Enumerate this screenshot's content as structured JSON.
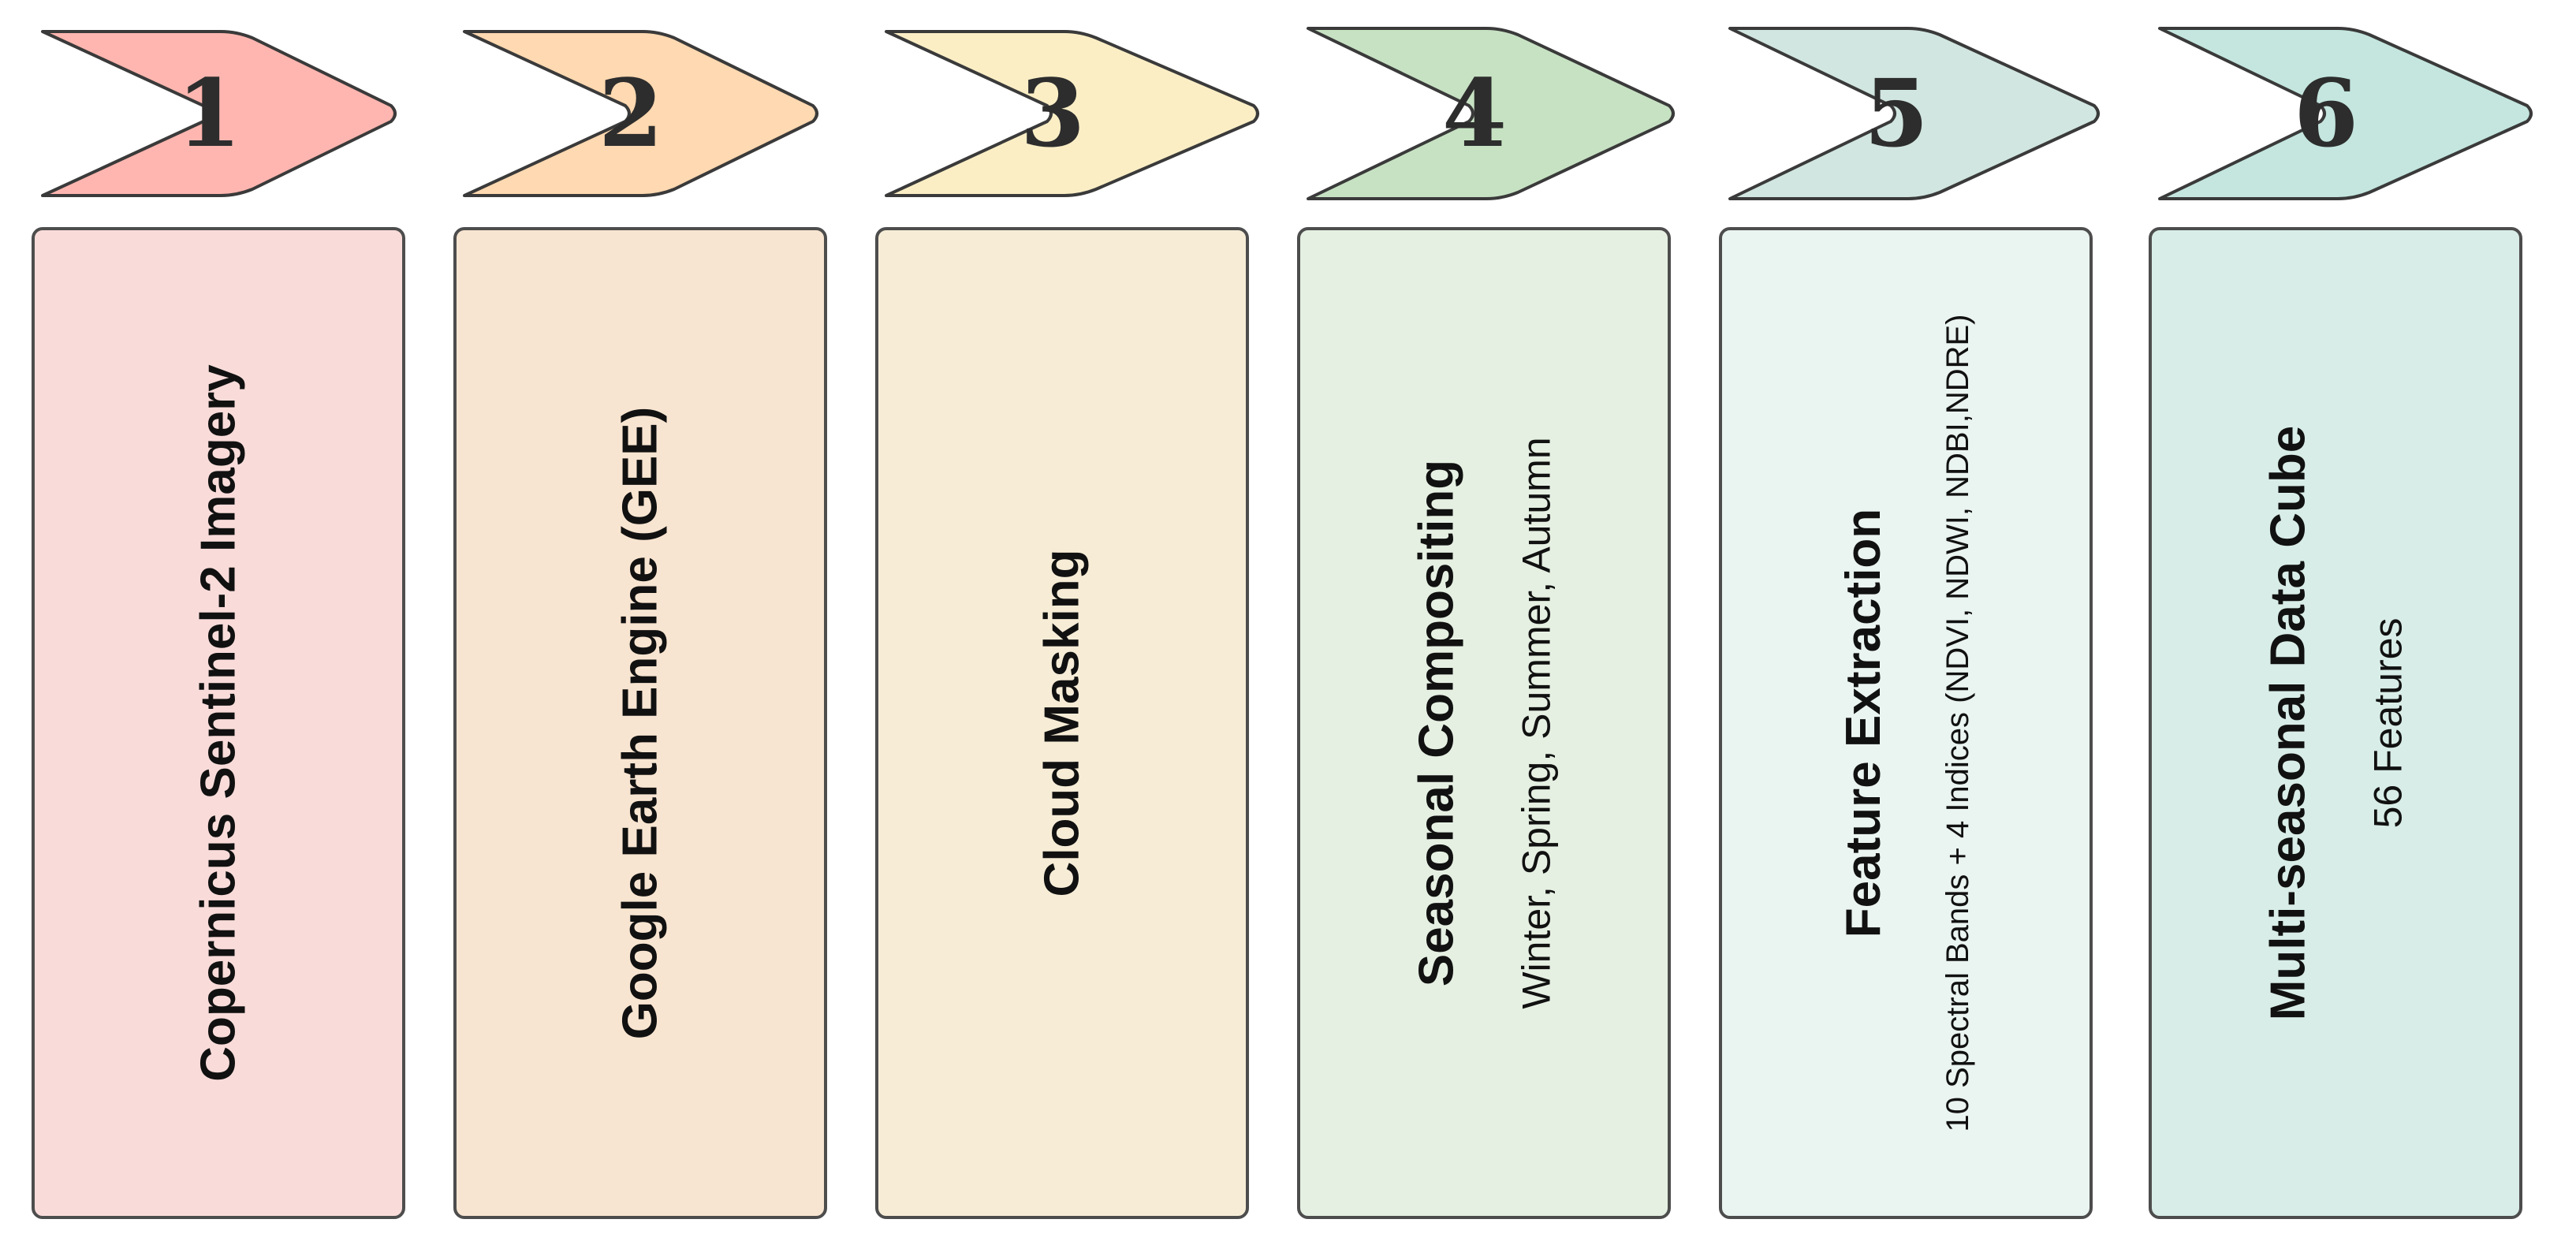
{
  "steps": [
    {
      "number": "1",
      "title": "Copernicus Sentinel-2 Imagery",
      "subtitle": "",
      "chevron_color": "#FFB6B0",
      "card_color": "#F9DCDA"
    },
    {
      "number": "2",
      "title": "Google Earth Engine (GEE)",
      "subtitle": "",
      "chevron_color": "#FFD9B1",
      "card_color": "#F8E5D1"
    },
    {
      "number": "3",
      "title": "Cloud Masking",
      "subtitle": "",
      "chevron_color": "#FBEEC5",
      "card_color": "#F7EDD7"
    },
    {
      "number": "4",
      "title": "Seasonal Compositing",
      "subtitle": "Winter, Spring, Summer, Autumn",
      "chevron_color": "#C7E2C3",
      "card_color": "#E5F0E2"
    },
    {
      "number": "5",
      "title": "Feature Extraction",
      "subtitle": "10 Spectral Bands + 4 Indices (NDVI, NDWI, NDBI,NDRE)",
      "chevron_color": "#D1E6E0",
      "card_color": "#EAF4F1"
    },
    {
      "number": "6",
      "title": "Multi-seasonal Data Cube",
      "subtitle": "56 Features",
      "chevron_color": "#C4E6DE",
      "card_color": "#D8EDE7"
    }
  ]
}
